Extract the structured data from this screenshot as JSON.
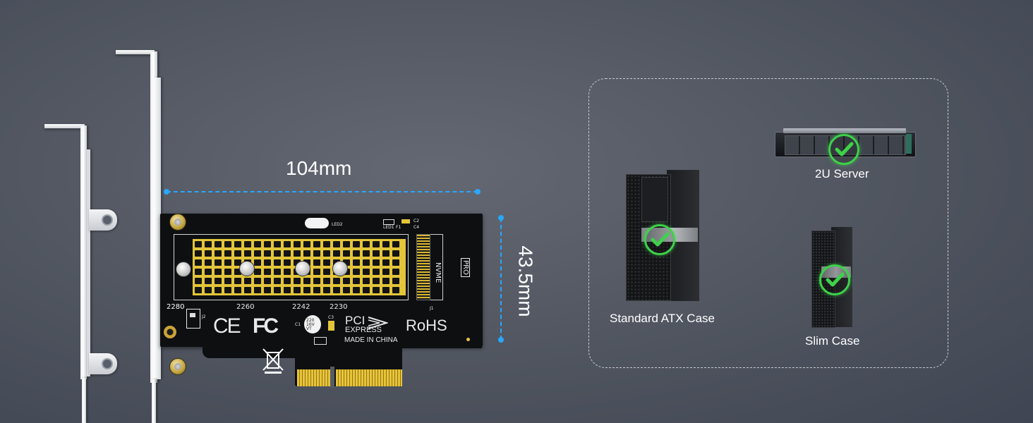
{
  "dimensions": {
    "width_label": "104mm",
    "height_label": "43.5mm"
  },
  "card": {
    "ce_mark": "CE",
    "fc_mark": "FC",
    "pci_label": "PCI",
    "express_label": "EXPRESS",
    "rohs_label": "RoHS",
    "made_in_label": "MADE IN  CHINA",
    "nvme_label": "NVME",
    "pro_label": "PRO",
    "length_2280": "2280",
    "length_2260": "2260",
    "length_2242": "2242",
    "length_2230": "2230",
    "led_label": "LED2",
    "j1_label": "J1",
    "j2_label": "J2",
    "c1_label": "C1",
    "c3_label": "C3",
    "c2_label": "C2",
    "c4_label": "C4",
    "led1_label": "LED1",
    "f1_label": "F1",
    "cap_text": "220 16V VT"
  },
  "compatibility": {
    "server_label": "2U Server",
    "atx_label": "Standard ATX Case",
    "slim_label": "Slim Case",
    "check_color": "#3ed24a"
  },
  "colors": {
    "dimension_line": "#2aa7ff",
    "gold": "#e3c53a"
  }
}
